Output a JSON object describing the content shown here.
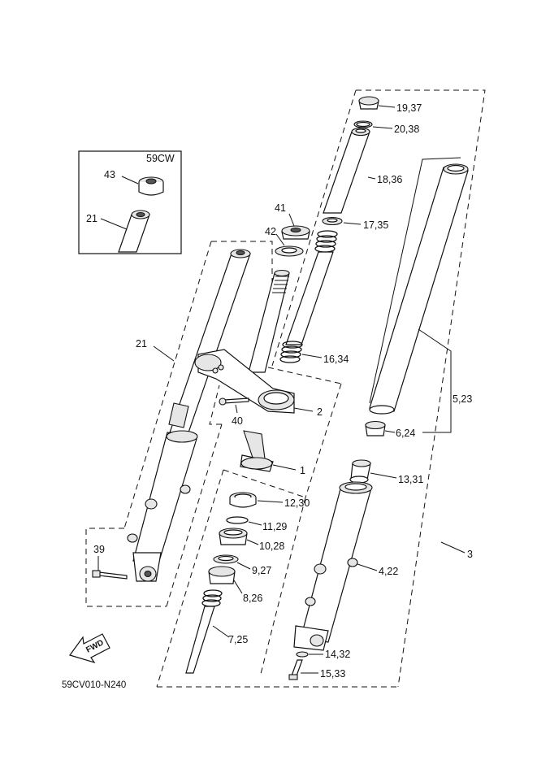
{
  "diagram_code": "59CV010-N240",
  "inset": {
    "title": "59CW",
    "labels": {
      "cap": "43",
      "tube": "21"
    }
  },
  "fwd_label": "FWD",
  "labels": {
    "l_19_37": "19,37",
    "l_20_38": "20,38",
    "l_18_36": "18,36",
    "l_17_35": "17,35",
    "l_41": "41",
    "l_42": "42",
    "l_16_34": "16,34",
    "l_21": "21",
    "l_2": "2",
    "l_40": "40",
    "l_5_23": "5,23",
    "l_6_24": "6,24",
    "l_1": "1",
    "l_13_31": "13,31",
    "l_12_30": "12,30",
    "l_11_29": "11,29",
    "l_10_28": "10,28",
    "l_39": "39",
    "l_9_27": "9,27",
    "l_4_22": "4,22",
    "l_3": "3",
    "l_8_26": "8,26",
    "l_7_25": "7,25",
    "l_14_32": "14,32",
    "l_15_33": "15,33"
  }
}
